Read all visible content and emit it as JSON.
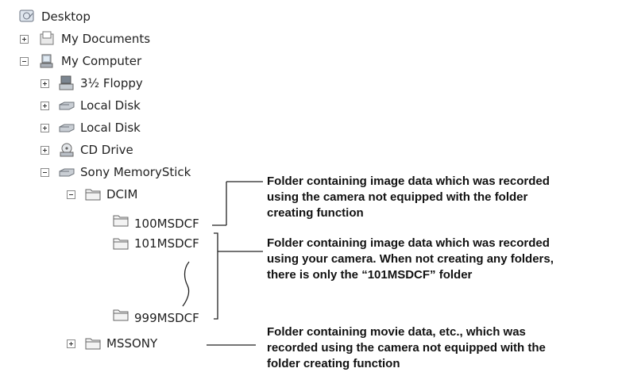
{
  "tree": {
    "desktop": "Desktop",
    "my_documents": "My Documents",
    "my_computer": "My Computer",
    "floppy": "3½ Floppy",
    "local_disk_1": "Local Disk",
    "local_disk_2": "Local Disk",
    "cd_drive": "CD Drive",
    "memory_stick": "Sony MemoryStick",
    "dcim": "DCIM",
    "folder_100": "100MSDCF",
    "folder_101": "101MSDCF",
    "folder_999": "999MSDCF",
    "mssony": "MSSONY"
  },
  "annotations": {
    "a100": [
      "Folder containing image data which was recorded",
      "using the camera not equipped with the folder",
      "creating function"
    ],
    "a101": [
      "Folder containing image data which was recorded",
      "using your camera. When not creating any folders,",
      "there is only the “101MSDCF” folder"
    ],
    "amssony": [
      "Folder containing movie data, etc., which was",
      "recorded using the camera not equipped with the",
      "folder creating function"
    ]
  },
  "icons": {
    "desktop": "desktop-icon",
    "documents": "documents-icon",
    "computer": "computer-icon",
    "floppy": "floppy-drive-icon",
    "disk": "hard-disk-icon",
    "cd": "cd-drive-icon",
    "folder": "folder-icon"
  }
}
